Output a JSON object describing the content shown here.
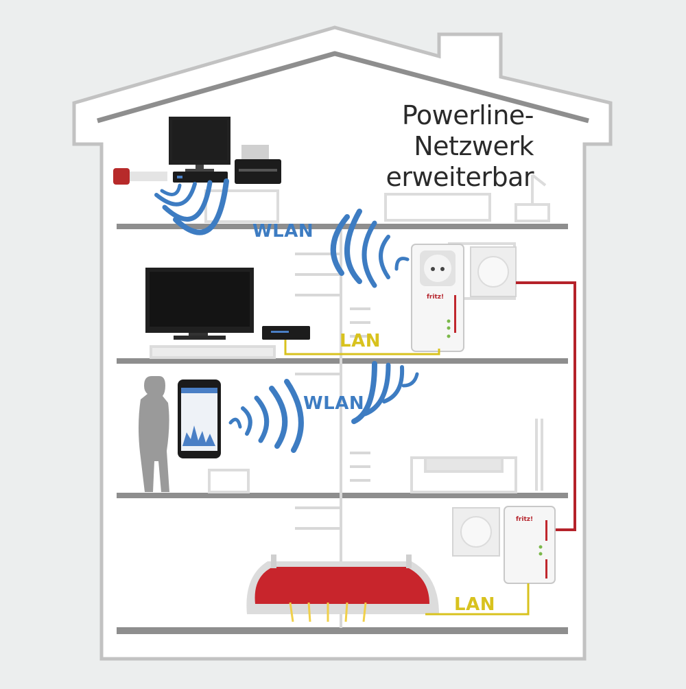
{
  "title": {
    "line1": "Powerline-",
    "line2": "Netzwerk",
    "line3": "erweiterbar"
  },
  "links": {
    "wlan_top": "WLAN",
    "lan_mid": "LAN",
    "wlan_mid": "WLAN",
    "lan_bottom": "LAN"
  },
  "devices": {
    "adapter_brand_top": "fritz!",
    "adapter_brand_bottom": "fritz!"
  },
  "colors": {
    "house_fill": "#ffffff",
    "house_outline": "#b4b4b4",
    "floor": "#8e8e8e",
    "wlan_wave": "#3d7cc2",
    "lan_cable": "#d8c21e",
    "powerline_cable": "#b5222a",
    "router_red": "#c8252c"
  }
}
